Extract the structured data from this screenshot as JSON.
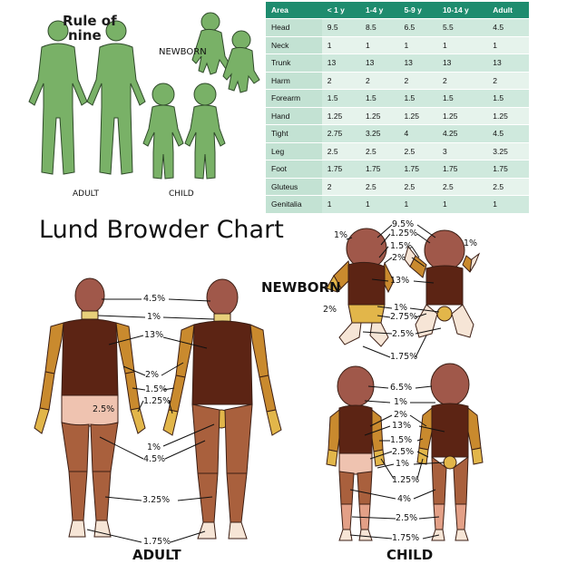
{
  "rule_of_nine": {
    "title_line1": "Rule of",
    "title_line2": "nine",
    "label_adult": "ADULT",
    "label_child": "CHILD",
    "label_newborn": "NEWBORN",
    "figure_color": "#79b167",
    "figure_outline": "#2f4a2a"
  },
  "table": {
    "header_color": "#1e8c6e",
    "columns": [
      "Area",
      "< 1 y",
      "1-4 y",
      "5-9 y",
      "10-14 y",
      "Adult"
    ],
    "rows": [
      [
        "Head",
        "9.5",
        "8.5",
        "6.5",
        "5.5",
        "4.5"
      ],
      [
        "Neck",
        "1",
        "1",
        "1",
        "1",
        "1"
      ],
      [
        "Trunk",
        "13",
        "13",
        "13",
        "13",
        "13"
      ],
      [
        "Harm",
        "2",
        "2",
        "2",
        "2",
        "2"
      ],
      [
        "Forearm",
        "1.5",
        "1.5",
        "1.5",
        "1.5",
        "1.5"
      ],
      [
        "Hand",
        "1.25",
        "1.25",
        "1.25",
        "1.25",
        "1.25"
      ],
      [
        "Tight",
        "2.75",
        "3.25",
        "4",
        "4.25",
        "4.5"
      ],
      [
        "Leg",
        "2.5",
        "2.5",
        "2.5",
        "3",
        "3.25"
      ],
      [
        "Foot",
        "1.75",
        "1.75",
        "1.75",
        "1.75",
        "1.75"
      ],
      [
        "Gluteus",
        "2",
        "2.5",
        "2.5",
        "2.5",
        "2.5"
      ],
      [
        "Genitalia",
        "1",
        "1",
        "1",
        "1",
        "1"
      ]
    ]
  },
  "lund_browder": {
    "title": "Lund Browder Chart",
    "label_adult": "ADULT",
    "label_child": "CHILD",
    "label_newborn": "NEWBORN",
    "colors": {
      "head": "#a0584a",
      "trunk": "#5c2414",
      "arm": "#c98a2e",
      "hand": "#e2b64a",
      "leg": "#a9603d",
      "leg_light": "#e3a087",
      "gluteus": "#efc3b0",
      "genitalia": "#e2b64a",
      "neck": "#e8d07a",
      "skin_light": "#f6e5d6"
    },
    "adult_labels": {
      "head": "4.5%",
      "neck": "1%",
      "trunk": "13%",
      "arm": "2%",
      "forearm": "1.5%",
      "hand": "1.25%",
      "gluteus": "2.5%",
      "genitalia": "1%",
      "thigh": "4.5%",
      "leg": "3.25%",
      "foot": "1.75%"
    },
    "newborn_labels": {
      "head": "9.5%",
      "head2": "1.25%",
      "hand": "1%",
      "hand_right": "1%",
      "forearm": "1.5%",
      "arm": "2%",
      "trunk": "13%",
      "gluteus": "2%",
      "genitalia": "1%",
      "thigh": "2.75%",
      "leg": "2.5%",
      "foot": "1.75%"
    },
    "child_labels": {
      "head": "6.5%",
      "neck": "1%",
      "arm": "2%",
      "trunk": "13%",
      "forearm": "1.5%",
      "gluteus": "2.5%",
      "genitalia": "1%",
      "hand": "1.25%",
      "thigh": "4%",
      "leg": "2.5%",
      "foot": "1.75%"
    }
  }
}
